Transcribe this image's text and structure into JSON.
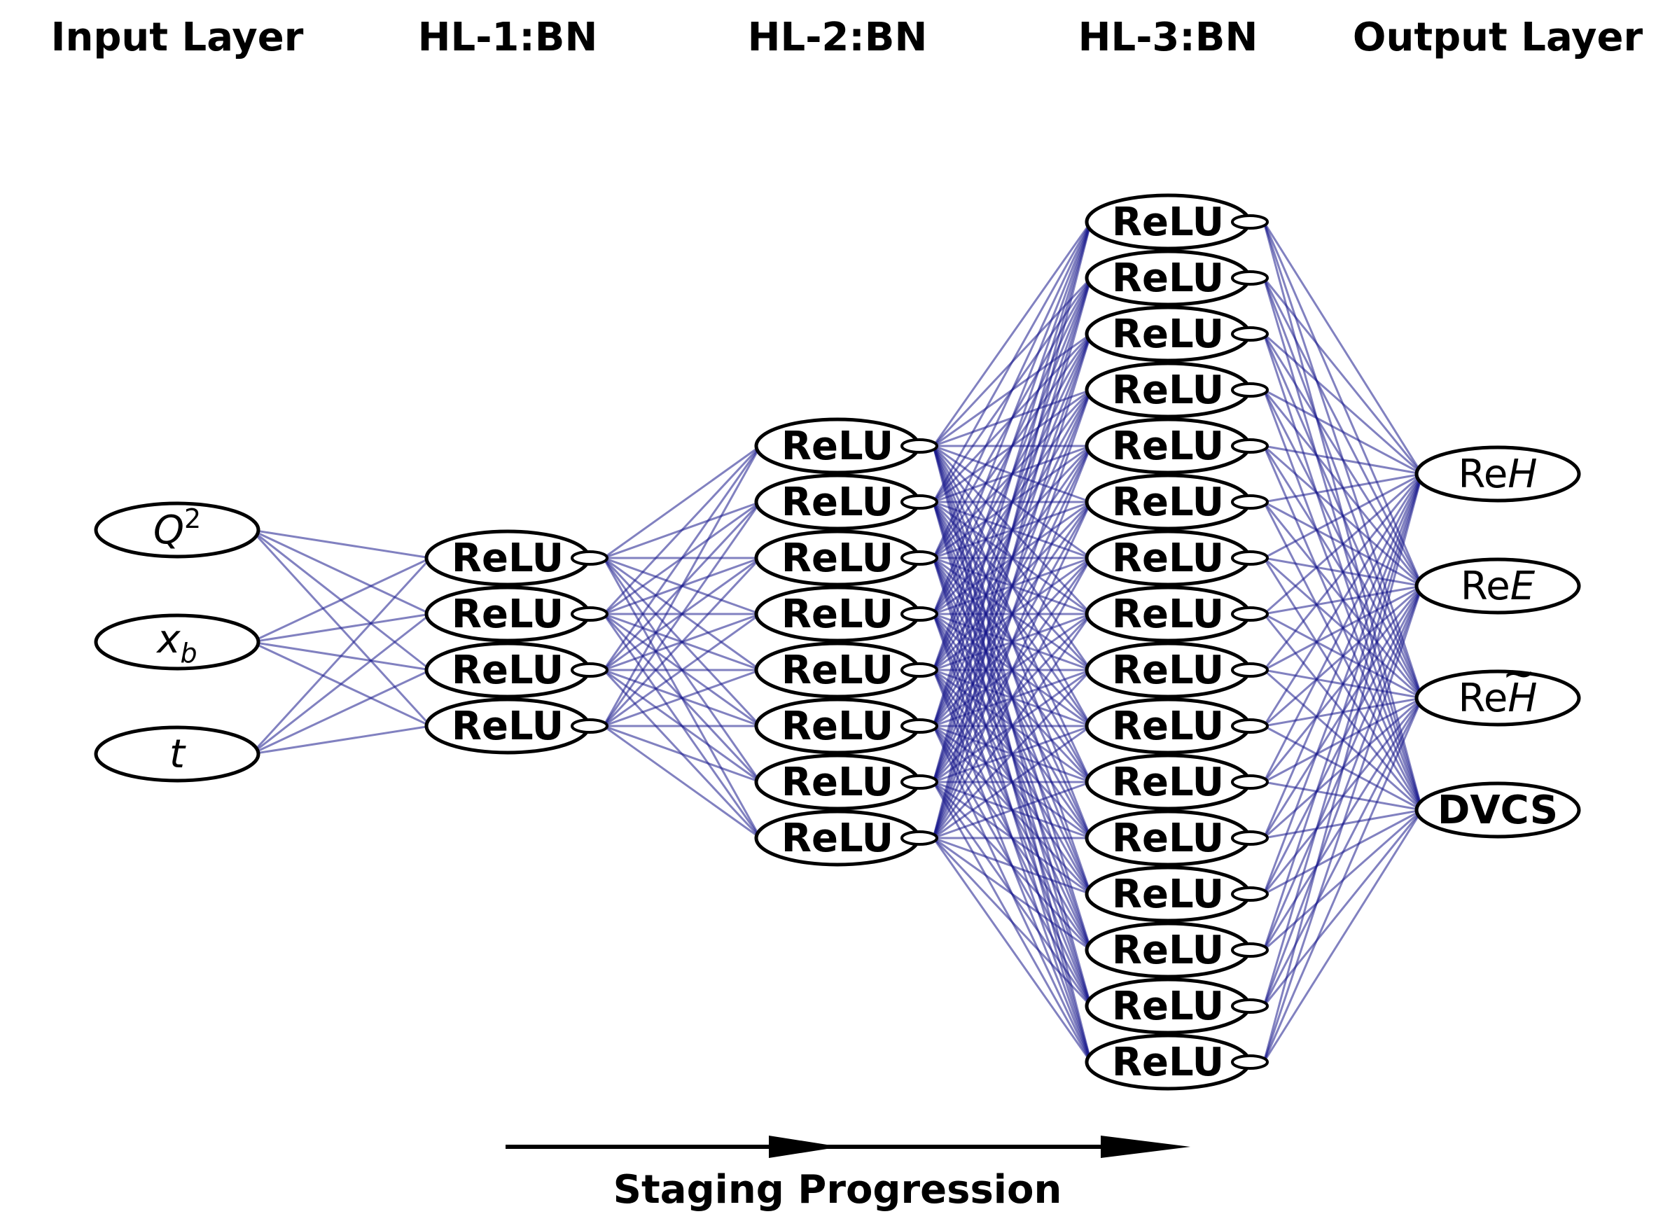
{
  "layers": [
    {
      "title": "Input Layer",
      "nodes": [
        {
          "kind": "q2"
        },
        {
          "kind": "xb"
        },
        {
          "kind": "t",
          "label": "t"
        }
      ]
    },
    {
      "title": "HL-1:BN",
      "node_label": "ReLU",
      "count": 4
    },
    {
      "title": "HL-2:BN",
      "node_label": "ReLU",
      "count": 8
    },
    {
      "title": "HL-3:BN",
      "node_label": "ReLU",
      "count": 16
    },
    {
      "title": "Output Layer",
      "nodes": [
        {
          "kind": "re",
          "prefix": "Re",
          "symbol": "H"
        },
        {
          "kind": "re",
          "prefix": "Re",
          "symbol": "E"
        },
        {
          "kind": "re-tilde",
          "prefix": "Re",
          "symbol": "H"
        },
        {
          "kind": "bold",
          "label": "DVCS"
        }
      ]
    }
  ],
  "input_symbols": {
    "q2_base": "Q",
    "q2_sup": "2",
    "xb_base": "x",
    "xb_sub": "b",
    "tilde": "~"
  },
  "connection_color": "#1a1a8c",
  "footer": {
    "label": "Staging Progression"
  }
}
